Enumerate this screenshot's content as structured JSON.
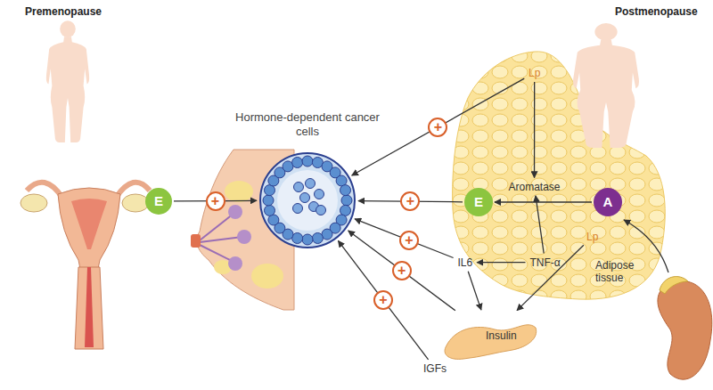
{
  "diagram": {
    "nodes": [
      {
        "text": [
          "Hormone-dependent cancer cells"
        ]
      },
      {
        "text": [
          "E"
        ]
      },
      {
        "text": [
          "Adipose tissue"
        ]
      },
      {
        "text": [
          "Lp"
        ],
        "in": 2
      },
      {
        "text": [
          "Aromatase"
        ],
        "in": 2
      },
      {
        "text": [
          "E"
        ],
        "in": 2
      },
      {
        "text": [
          "A"
        ],
        "in": 2
      },
      {
        "text": [
          "TNF-α"
        ],
        "in": 2
      },
      {
        "text": [
          "Lp"
        ],
        "in": 2
      },
      {
        "text": [
          "IL6"
        ]
      },
      {
        "text": [
          "Insulin"
        ]
      },
      {
        "text": [
          "IGFs"
        ]
      }
    ],
    "edges": [
      {
        "from": 1,
        "to": 0,
        "arrow": "to",
        "label": "+"
      },
      {
        "from": 3,
        "to": 0,
        "arrow": "to",
        "label": "+"
      },
      {
        "from": 3,
        "to": 4,
        "arrow": "to"
      },
      {
        "from": 6,
        "to": 5,
        "arrow": "to"
      },
      {
        "from": 5,
        "to": 0,
        "arrow": "to",
        "label": "+"
      },
      {
        "from": 7,
        "to": 4,
        "arrow": "to"
      },
      {
        "from": 7,
        "to": 9,
        "arrow": "to"
      },
      {
        "from": 9,
        "to": 0,
        "arrow": "to",
        "label": "+"
      },
      {
        "from": 9,
        "to": 10,
        "arrow": "to"
      },
      {
        "from": 8,
        "to": 10,
        "arrow": "to"
      },
      {
        "from": 10,
        "to": 0,
        "arrow": "to",
        "label": "+"
      },
      {
        "from": 11,
        "to": 0,
        "arrow": "to",
        "label": "+"
      }
    ],
    "labels": [
      "Premenopause",
      "Postmenopause"
    ]
  }
}
